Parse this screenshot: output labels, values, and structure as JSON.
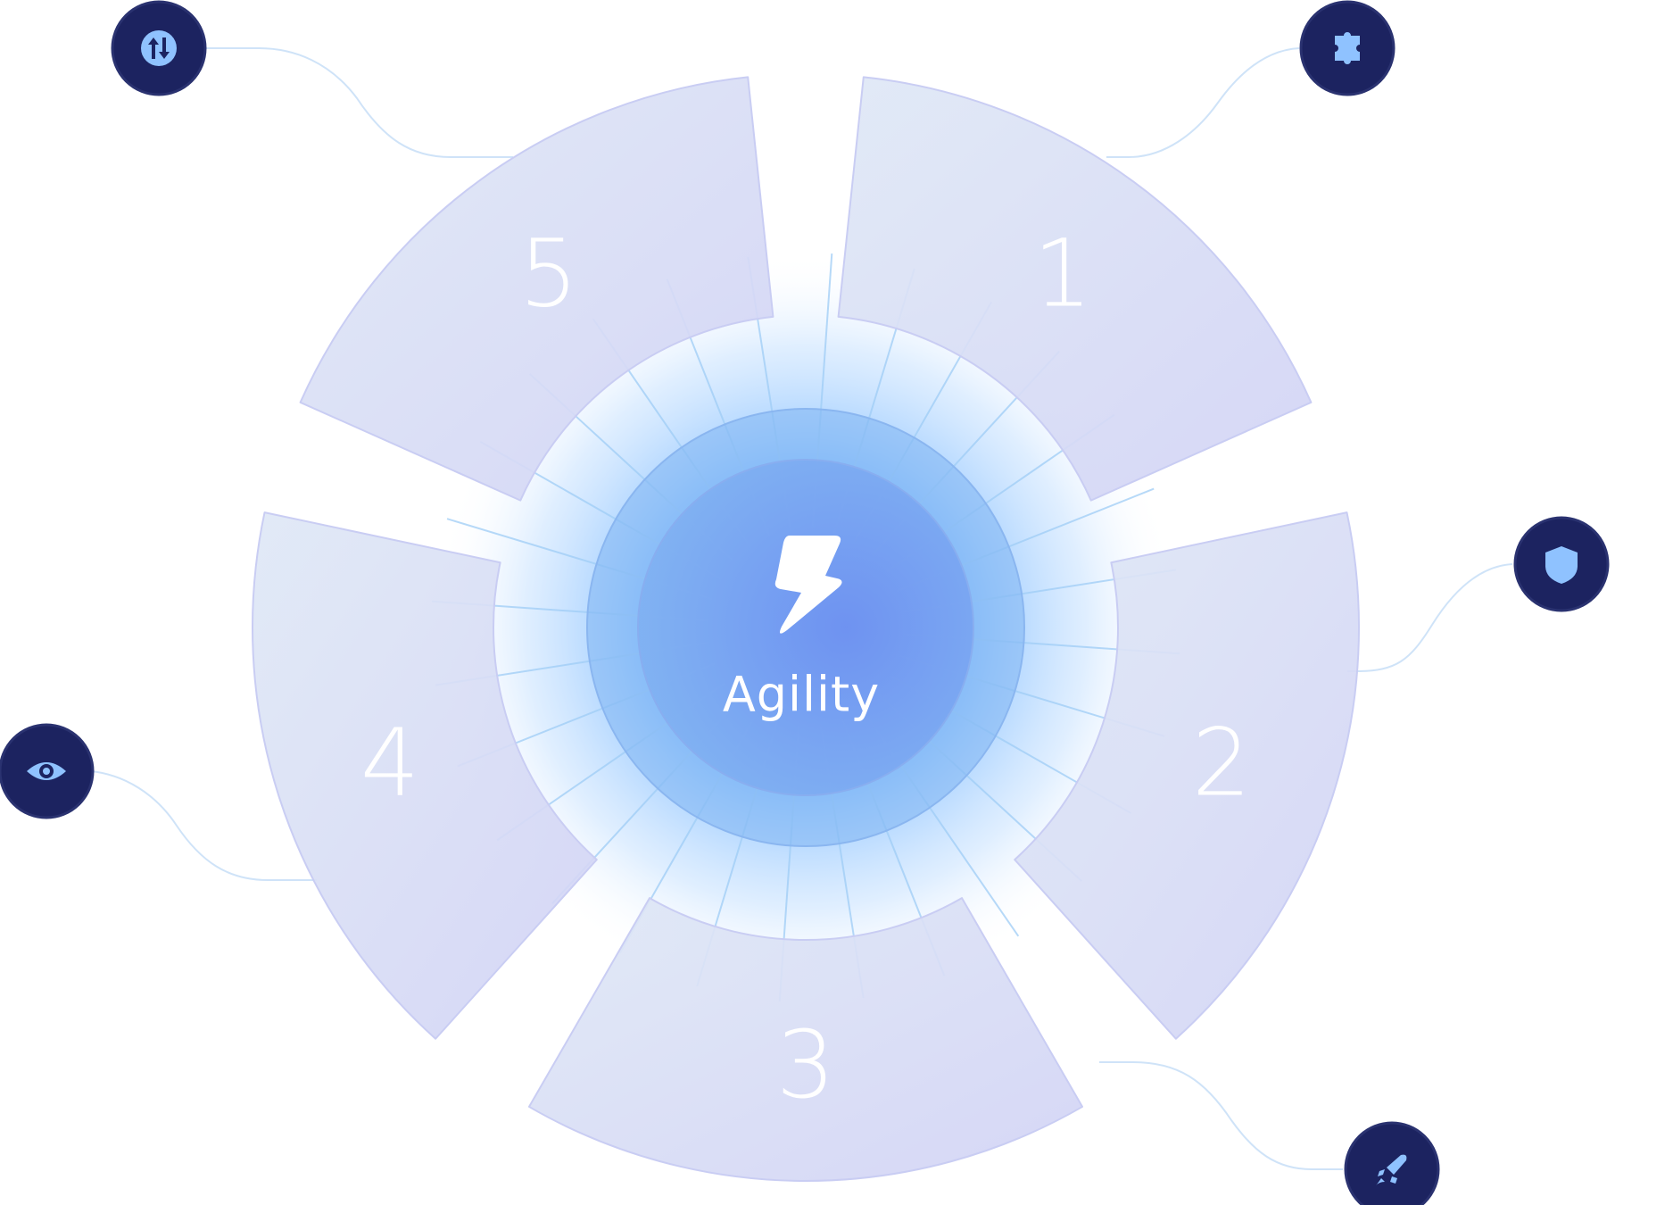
{
  "center": {
    "label": "Agility",
    "icon": "lightning-bolt-icon"
  },
  "segments": [
    {
      "number": "1",
      "icon": "puzzle-icon"
    },
    {
      "number": "2",
      "icon": "shield-icon"
    },
    {
      "number": "3",
      "icon": "rocket-icon"
    },
    {
      "number": "4",
      "icon": "eye-icon"
    },
    {
      "number": "5",
      "icon": "swap-vertical-icon"
    }
  ],
  "colors": {
    "segment_fill_start": "#dde6f6",
    "segment_fill_end": "#d3d4f6",
    "segment_stroke": "#c9cdf3",
    "core_glow": "#7fb7ff",
    "core_fill": "#6f9bf0",
    "badge_fill": "#1c2360",
    "badge_icon": "#8fc2ff",
    "connector_line": "#cfe3f8"
  }
}
